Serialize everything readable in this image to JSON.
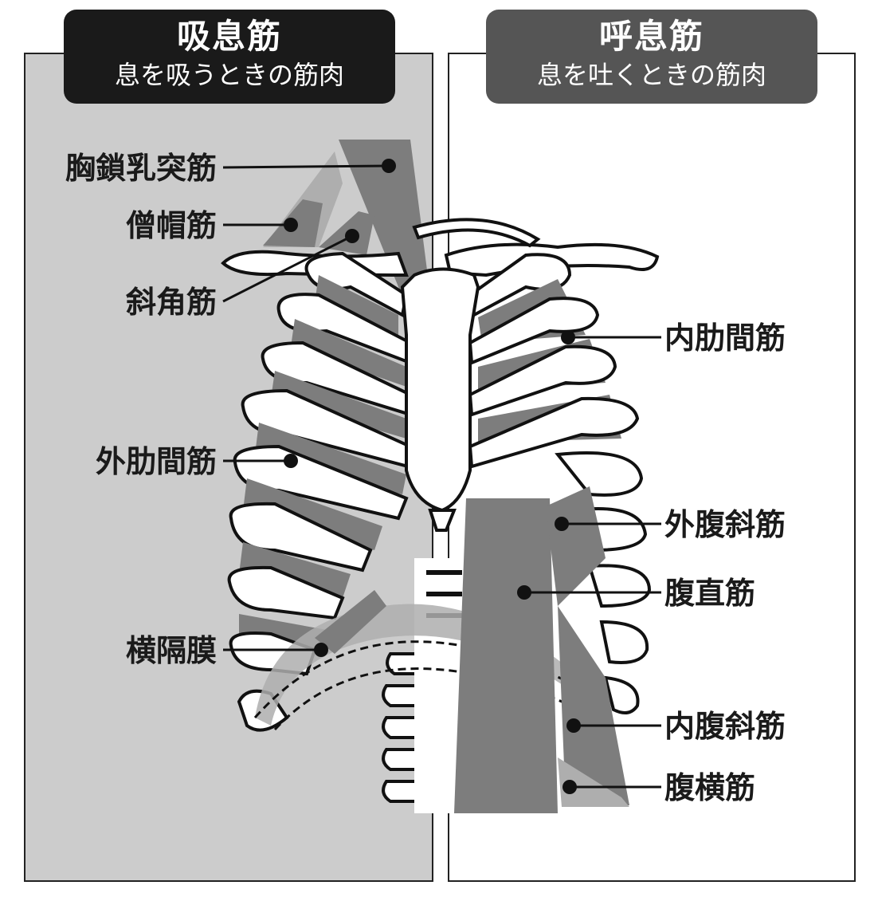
{
  "inhale": {
    "title": "吸息筋",
    "subtitle": "息を吸うときの筋肉",
    "labels": {
      "sternocleidomastoid": "胸鎖乳突筋",
      "trapezius": "僧帽筋",
      "scalene": "斜角筋",
      "external_intercostal": "外肋間筋",
      "diaphragm": "横隔膜"
    }
  },
  "exhale": {
    "title": "呼息筋",
    "subtitle": "息を吐くときの筋肉",
    "labels": {
      "internal_intercostal": "内肋間筋",
      "external_oblique": "外腹斜筋",
      "rectus_abdominis": "腹直筋",
      "internal_oblique": "内腹斜筋",
      "transversus_abdominis": "腹横筋"
    }
  },
  "colors": {
    "inhale_panel": "#cccccc",
    "inhale_header": "#1a1a1a",
    "exhale_header": "#555555",
    "muscle": "#7d7d7d",
    "bone": "#ffffff"
  }
}
